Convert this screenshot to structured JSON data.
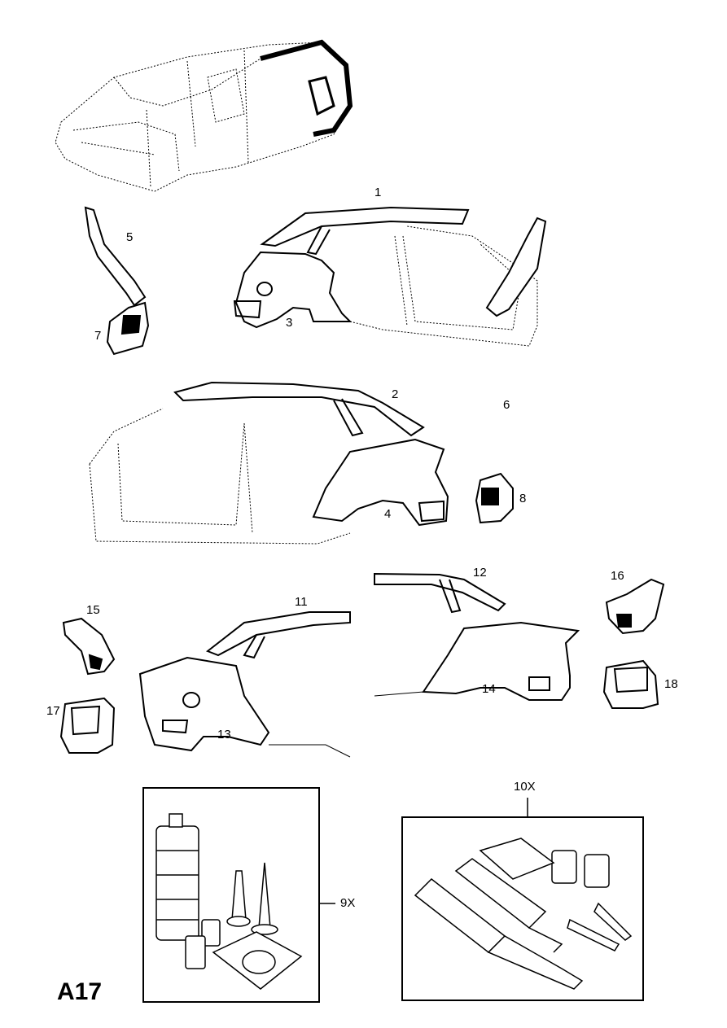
{
  "page": {
    "code": "A17"
  },
  "callouts": {
    "c1": "1",
    "c2": "2",
    "c3": "3",
    "c4": "4",
    "c5": "5",
    "c6": "6",
    "c7": "7",
    "c8": "8",
    "c9x": "9X",
    "c10x": "10X",
    "c11": "11",
    "c12": "12",
    "c13": "13",
    "c14": "14",
    "c15": "15",
    "c16": "16",
    "c17": "17",
    "c18": "18"
  }
}
